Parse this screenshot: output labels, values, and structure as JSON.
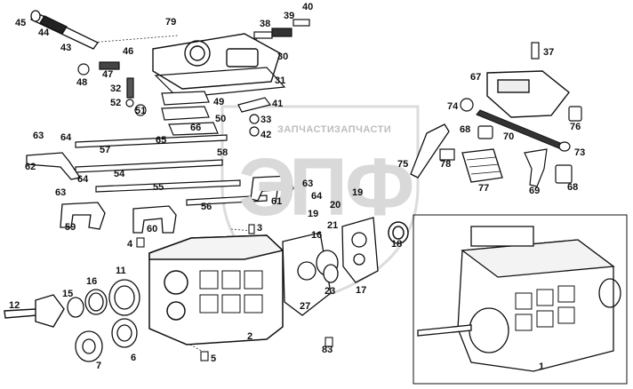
{
  "watermark": {
    "letter1": "Э",
    "letter2": "П",
    "letter3": "Ф",
    "sub1": "ЗАПЧАСТИ",
    "sub2": "ЗАПЧАСТИ"
  },
  "callouts": [
    "1",
    "2",
    "3",
    "4",
    "5",
    "6",
    "7",
    "11",
    "12",
    "15",
    "16",
    "16",
    "17",
    "18",
    "19",
    "19",
    "20",
    "21",
    "23",
    "27",
    "30",
    "31",
    "32",
    "33",
    "37",
    "38",
    "39",
    "40",
    "41",
    "42",
    "43",
    "44",
    "45",
    "46",
    "47",
    "48",
    "49",
    "50",
    "51",
    "52",
    "54",
    "55",
    "56",
    "57",
    "58",
    "59",
    "60",
    "61",
    "62",
    "63",
    "63",
    "63",
    "64",
    "64",
    "64",
    "65",
    "66",
    "67",
    "68",
    "68",
    "69",
    "70",
    "73",
    "74",
    "75",
    "76",
    "77",
    "78",
    "79",
    "83"
  ]
}
